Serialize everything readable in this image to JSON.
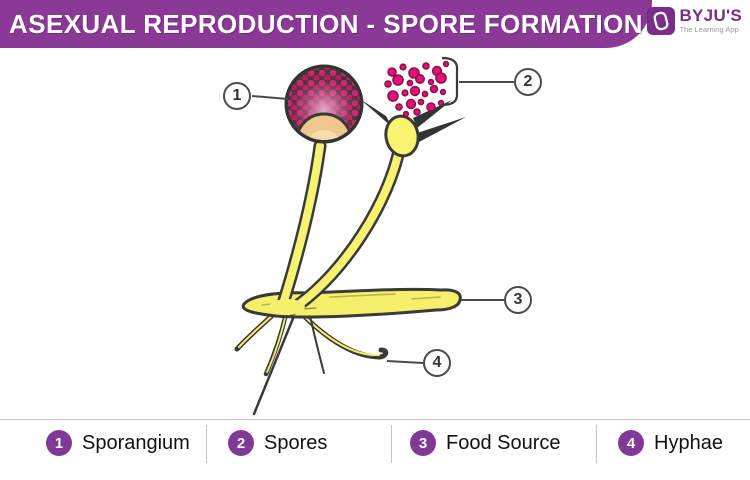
{
  "header": {
    "title": "ASEXUAL REPRODUCTION - SPORE FORMATION",
    "background_color": "#8a3a96",
    "text_color": "#ffffff"
  },
  "logo": {
    "name": "BYJU'S",
    "tagline": "The Learning App",
    "brand_color": "#7b2d8a",
    "icon": "byjus-badge-icon"
  },
  "diagram": {
    "callouts": [
      {
        "number": "1",
        "label": "Sporangium"
      },
      {
        "number": "2",
        "label": "Spores"
      },
      {
        "number": "3",
        "label": "Food Source"
      },
      {
        "number": "4",
        "label": "Hyphae"
      }
    ],
    "colors": {
      "hypha_yellow": "#f5f06c",
      "spore_pink": "#e2117c",
      "spore_outline": "#8e1048",
      "sporangium_wall": "#3c3c3c",
      "columella_tan": "#efc88e",
      "outline_dark": "#3a3a3a",
      "callout_border": "#4a4a4a"
    }
  },
  "legend": {
    "badge_color": "#803a96",
    "divider_color": "#c4c4c4",
    "items": [
      {
        "number": "1",
        "label": "Sporangium"
      },
      {
        "number": "2",
        "label": "Spores"
      },
      {
        "number": "3",
        "label": "Food Source"
      },
      {
        "number": "4",
        "label": "Hyphae"
      }
    ]
  }
}
